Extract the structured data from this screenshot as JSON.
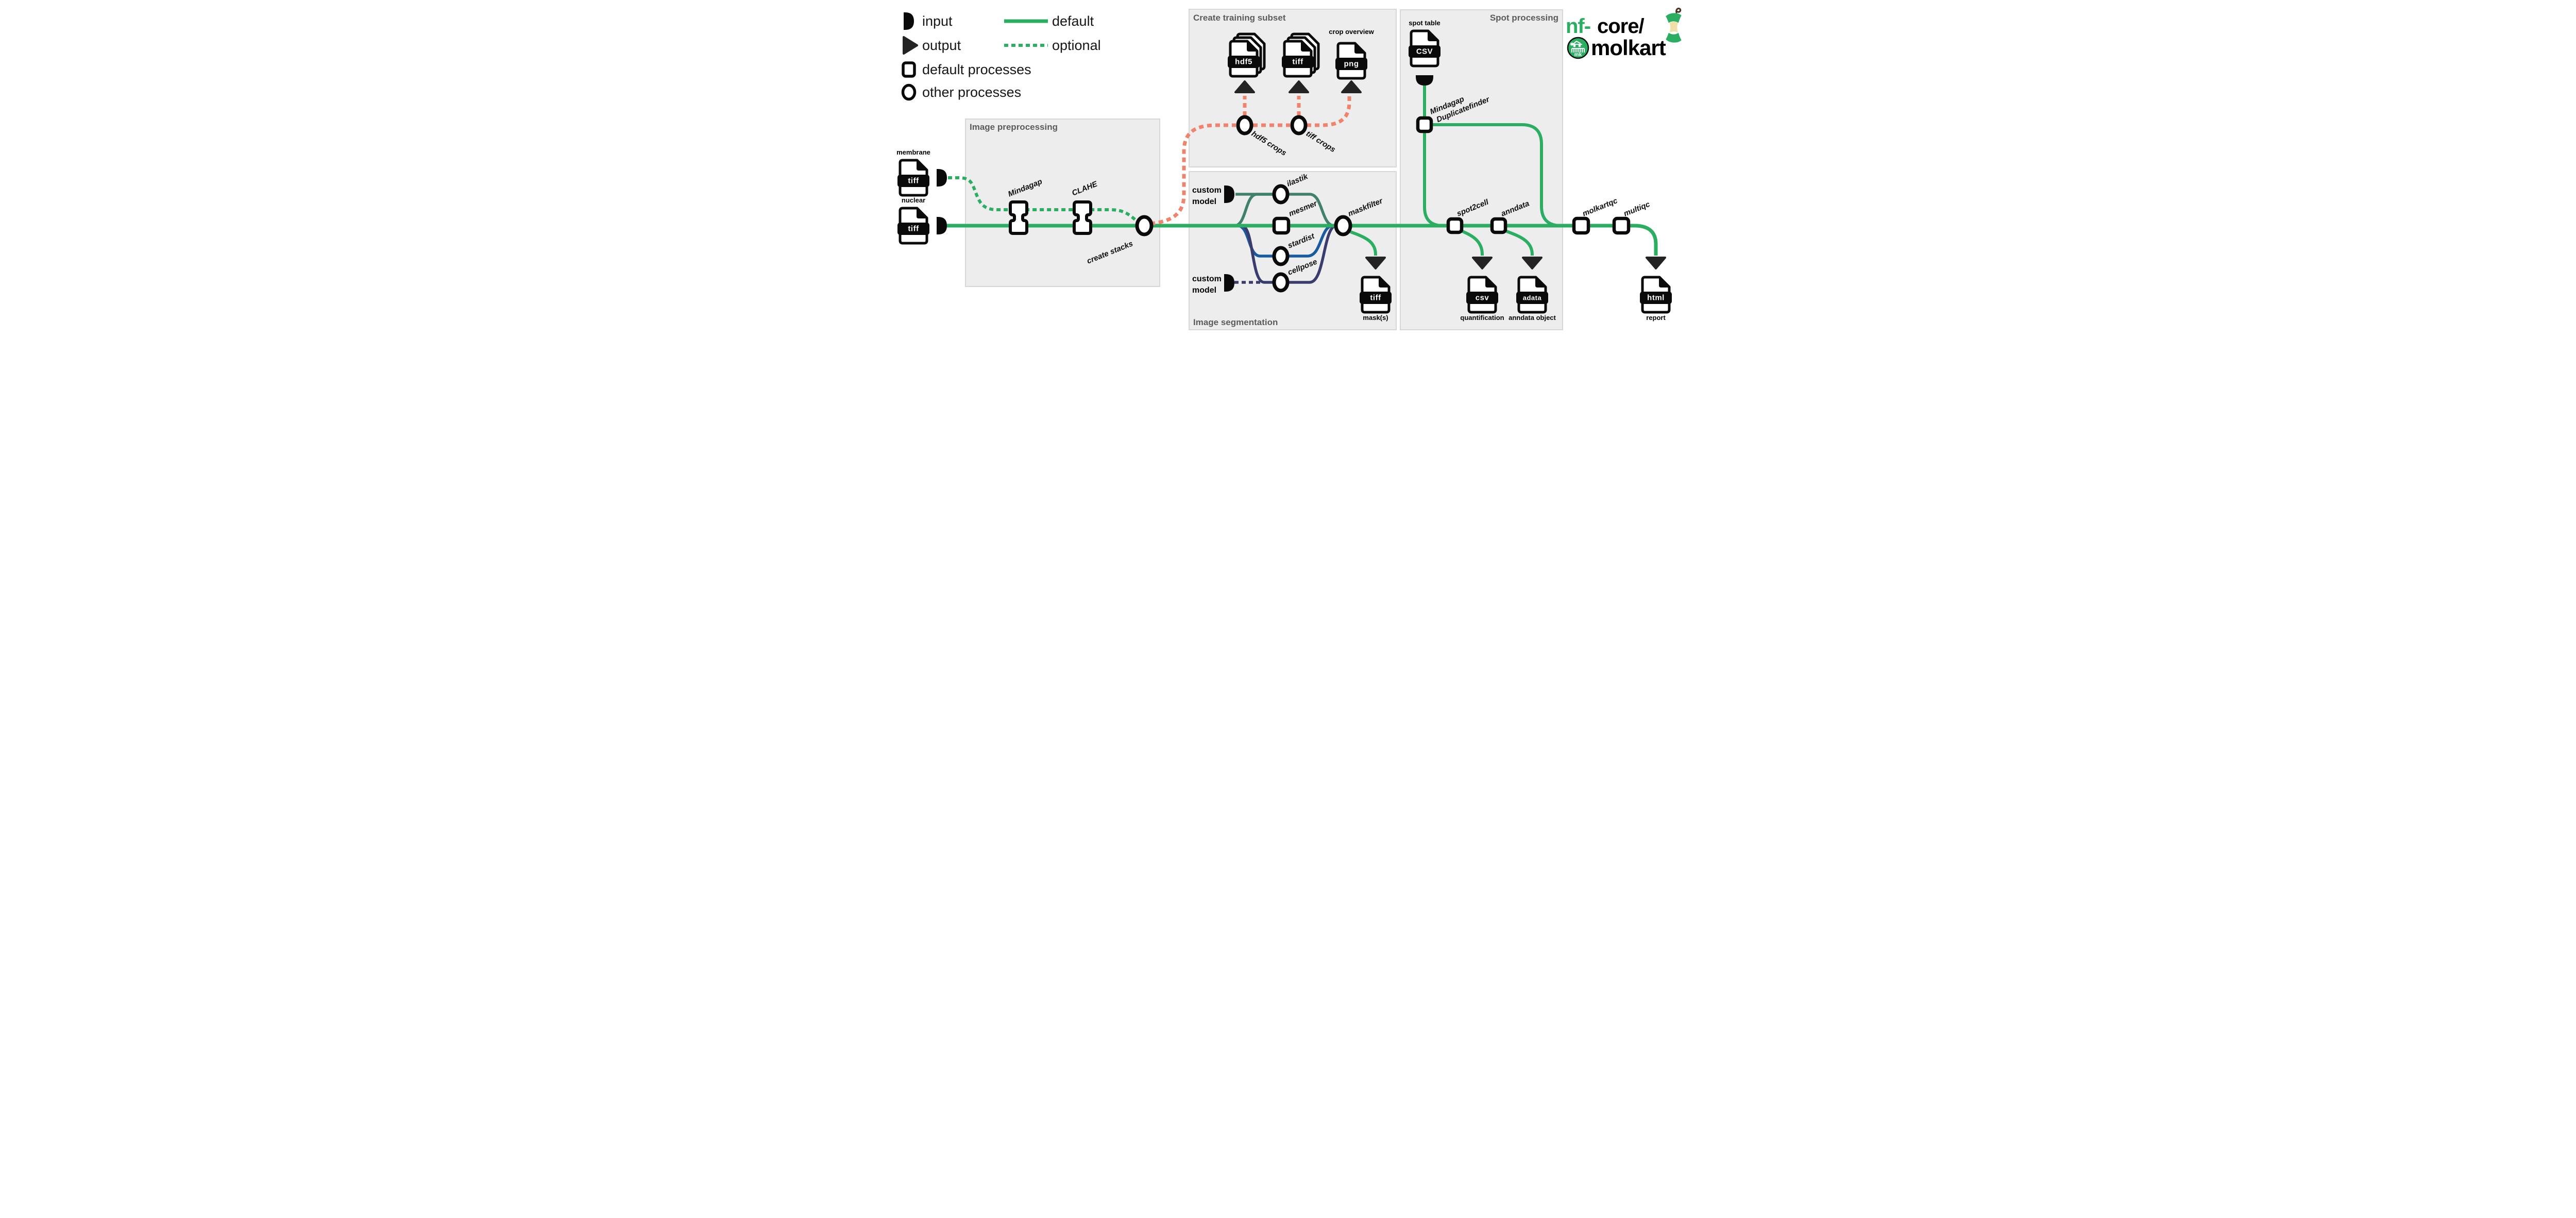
{
  "colors": {
    "green": "#2BAD62",
    "coral": "#F0836B",
    "teal": "#41806B",
    "blue": "#1A5A9E",
    "navy": "#3A3C6E",
    "boxfill": "#EDEDED",
    "boxborder": "#D7D7D7",
    "titlegray": "#5B5B5B",
    "ink": "#111111",
    "cream": "#EFE0A9",
    "stem": "#4A3426",
    "tri": "#232323"
  },
  "legend": {
    "input": "input",
    "output": "output",
    "line_default": "default",
    "line_optional": "optional",
    "default_processes": "default processes",
    "other_processes": "other processes"
  },
  "logo": {
    "nf": "nf-",
    "core": "core/",
    "molkart": "molkart",
    "badge": "mk"
  },
  "boxes": {
    "preprocessing": "Image preprocessing",
    "training": "Create training subset",
    "segmentation": "Image segmentation",
    "spot": "Spot processing"
  },
  "inputs": {
    "membrane": {
      "caption": "membrane",
      "band": "tiff"
    },
    "nuclear": {
      "caption": "nuclear",
      "band": "tiff"
    },
    "spot_table": {
      "caption": "spot table",
      "band": "CSV"
    },
    "custom_model_top": {
      "line1": "custom",
      "line2": "model"
    },
    "custom_model_bottom": {
      "line1": "custom",
      "line2": "model"
    }
  },
  "processes": {
    "mindagap": "Mindagap",
    "clahe": "CLAHE",
    "create_stacks": "create stacks",
    "hdf5_crops": "hdf5 crops",
    "tiff_crops": "tiff crops",
    "ilastik": "ilastik",
    "mesmer": "mesmer",
    "stardist": "stardist",
    "cellpose": "cellpose",
    "maskfilter": "maskfilter",
    "mindagap_duplicatefinder_line1": "Mindagap",
    "mindagap_duplicatefinder_line2": "Duplicatefinder",
    "spot2cell": "spot2cell",
    "anndata": "anndata",
    "molkartqc": "molkartqc",
    "multiqc": "multiqc"
  },
  "outputs": {
    "hdf5_stack": {
      "band": "hdf5"
    },
    "tiff_stack": {
      "band": "tiff"
    },
    "png": {
      "band": "png",
      "caption": "crop overview"
    },
    "mask": {
      "band": "tiff",
      "caption": "mask(s)"
    },
    "quantification": {
      "band": "csv",
      "caption": "quantification"
    },
    "anndata_object": {
      "band": "adata",
      "caption": "anndata object"
    },
    "report": {
      "band": "html",
      "caption": "report"
    }
  }
}
